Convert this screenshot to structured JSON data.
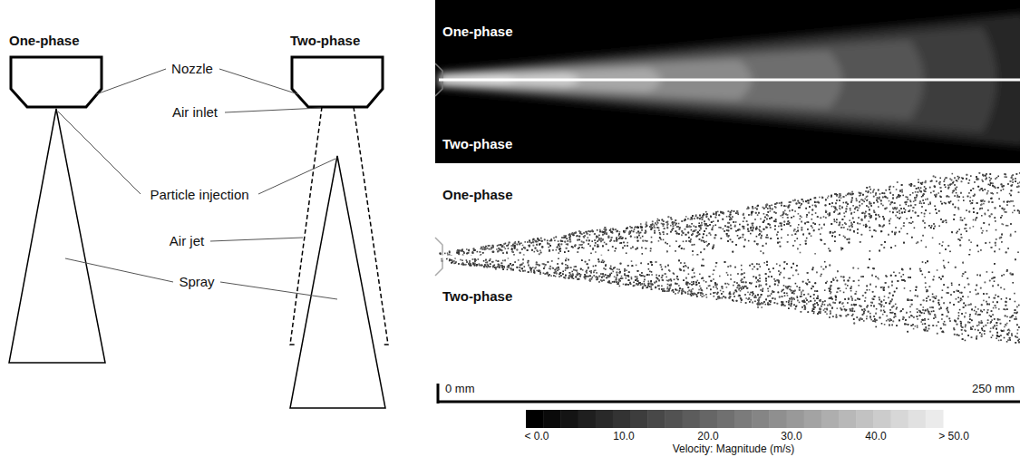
{
  "diagram": {
    "nodes": [
      {
        "text": [
          "One-phase",
          "Two-phase"
        ]
      },
      {
        "text": [
          "One-phase",
          "Two-phase"
        ]
      }
    ],
    "labels": [
      "One-phase",
      "Two-phase",
      "Nozzle",
      "Air inlet",
      "Particle injection",
      "Air jet",
      "Spray",
      "0 mm",
      "250 mm",
      "< 0.0",
      "10.0",
      "20.0",
      "30.0",
      "40.0",
      "> 50.0",
      "Velocity: Magnitude (m/s)"
    ]
  }
}
